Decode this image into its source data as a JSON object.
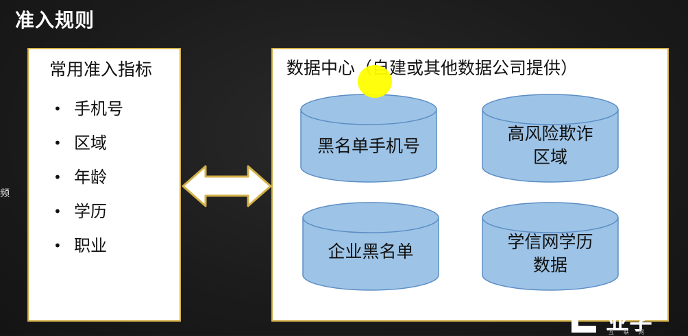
{
  "slide": {
    "title": "准入规则"
  },
  "left_panel": {
    "heading": "常用准入指标",
    "bullet_symbol": "•",
    "items": [
      "手机号",
      "区域",
      "年龄",
      "学历",
      "职业"
    ]
  },
  "right_panel": {
    "heading": "数据中心（自建或其他数据公司提供）",
    "databases": [
      {
        "lines": [
          "黑名单手机号"
        ]
      },
      {
        "lines": [
          "高风险欺诈",
          "区域"
        ]
      },
      {
        "lines": [
          "企业黑名单"
        ]
      },
      {
        "lines": [
          "学信网学历",
          "数据"
        ]
      }
    ]
  },
  "side_text": "频",
  "logo": {
    "text": "业学",
    "subtext": "互联网"
  },
  "colors": {
    "panel_border": "#d4b24a",
    "cylinder_fill": "#9dc3e6",
    "cylinder_stroke": "#5b8dc4",
    "arrow_fill": "#ffffff",
    "arrow_stroke": "#d4b24a",
    "cursor_highlight": "#ffff00"
  }
}
